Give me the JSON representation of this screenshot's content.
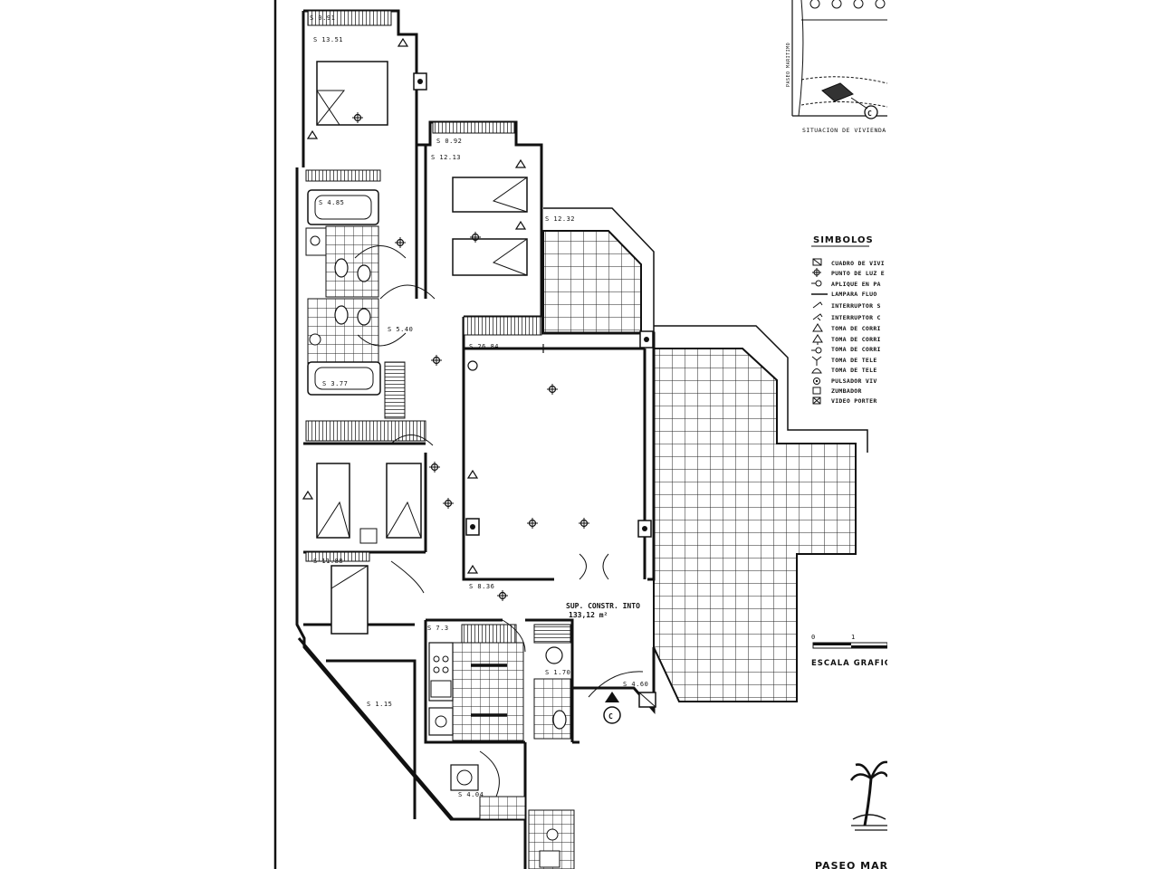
{
  "rooms": [
    {
      "id": "bedroom-1",
      "label": "S 13.51"
    },
    {
      "id": "closet-top",
      "label": "S 0.91"
    },
    {
      "id": "closet-2",
      "label": "S 0.92"
    },
    {
      "id": "bedroom-2",
      "label": "S 12.13"
    },
    {
      "id": "bathroom-1",
      "label": "S 4.85"
    },
    {
      "id": "terrace-small",
      "label": "S 12.32"
    },
    {
      "id": "hall",
      "label": "S 5.40"
    },
    {
      "id": "living",
      "label": "S 26.84"
    },
    {
      "id": "bathroom-2",
      "label": "S 3.77"
    },
    {
      "id": "bedroom-3",
      "label": "S 11.88"
    },
    {
      "id": "corridor",
      "label": "S 8.36"
    },
    {
      "id": "kitchen",
      "label": "S 7.3"
    },
    {
      "id": "toilet",
      "label": "S 1.70"
    },
    {
      "id": "entry",
      "label": "S 4.60"
    },
    {
      "id": "laundry",
      "label": "S 1.15"
    },
    {
      "id": "utility",
      "label": "S 4.04"
    }
  ],
  "area_note": {
    "line1": "SUP. CONSTR. INTO",
    "line2": "133,12 m²"
  },
  "section_marker": "C",
  "location": {
    "caption": "SITUACION DE VIVIENDA E",
    "street": "PASEO MARITIMO",
    "marker": "C"
  },
  "legend": {
    "title": "SIMBOLOS",
    "items": [
      {
        "icon": "panel-icon",
        "label": "CUADRO DE VIVI"
      },
      {
        "icon": "ceiling-light-icon",
        "label": "PUNTO DE LUZ E"
      },
      {
        "icon": "wall-light-icon",
        "label": "APLIQUE EN PA"
      },
      {
        "icon": "fluorescent-icon",
        "label": "LAMPARA FLUO"
      },
      {
        "icon": "switch-icon",
        "label": "INTERRUPTOR S"
      },
      {
        "icon": "switch-double-icon",
        "label": "INTERRUPTOR C"
      },
      {
        "icon": "outlet-icon",
        "label": "TOMA DE CORRI"
      },
      {
        "icon": "outlet-icon",
        "label": "TOMA DE CORRI"
      },
      {
        "icon": "outlet-icon",
        "label": "TOMA DE CORRI"
      },
      {
        "icon": "tv-outlet-icon",
        "label": "TOMA DE TELE"
      },
      {
        "icon": "phone-outlet-icon",
        "label": "TOMA DE TELE"
      },
      {
        "icon": "doorbell-button-icon",
        "label": "PULSADOR VIV"
      },
      {
        "icon": "buzzer-icon",
        "label": "ZUMBADOR"
      },
      {
        "icon": "video-intercom-icon",
        "label": "VIDEO PORTER"
      }
    ]
  },
  "scale": {
    "caption": "ESCALA GRAFICA",
    "start": "0",
    "mark": "1"
  },
  "footer": {
    "title": "PASEO MAR"
  }
}
